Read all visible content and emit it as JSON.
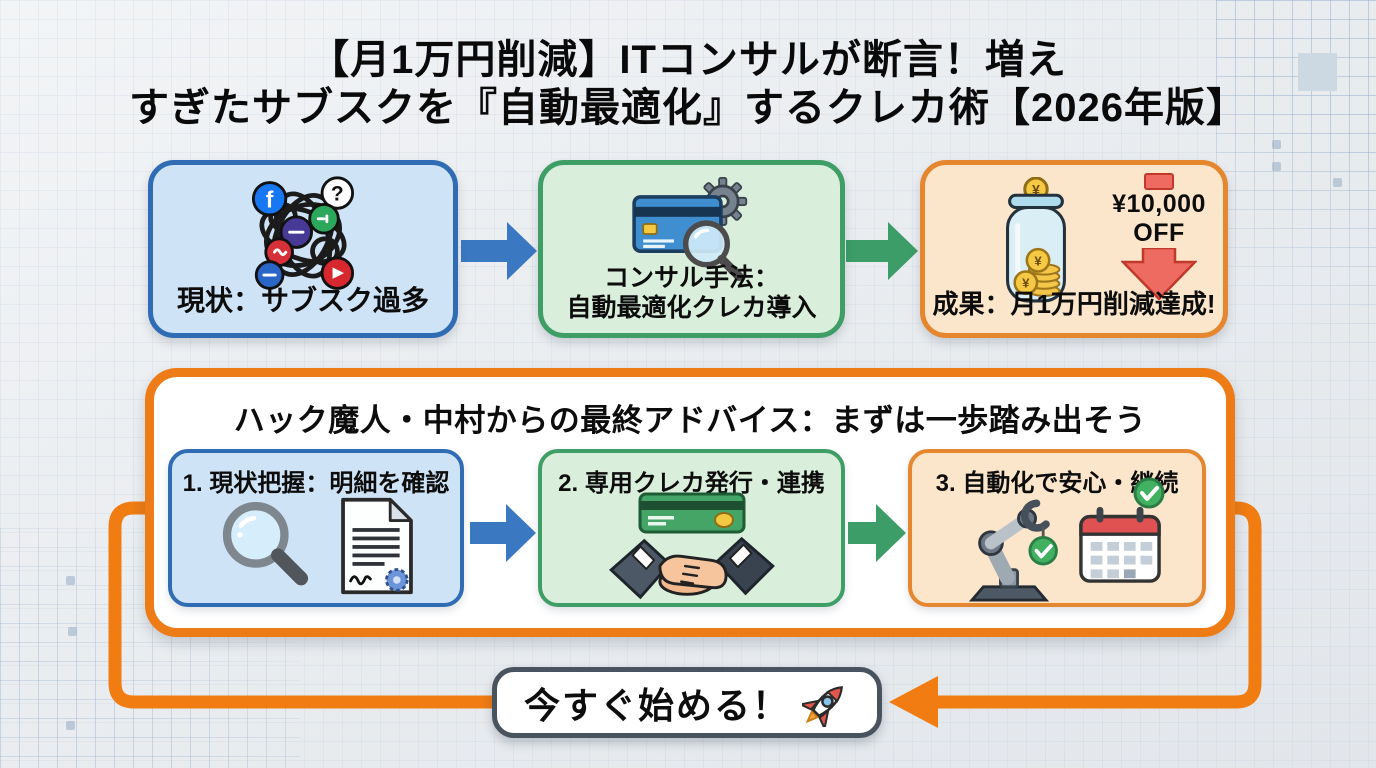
{
  "page": {
    "title_line1": "【月1万円削減】ITコンサルが断言！増え",
    "title_line2": "すぎたサブスクを『自動最適化』するクレカ術【2026年版】"
  },
  "flow": {
    "current": {
      "label": "現状：サブスク過多"
    },
    "method": {
      "label_line1": "コンサル手法：",
      "label_line2": "自動最適化クレカ導入"
    },
    "result": {
      "label": "成果：月1万円削減達成!",
      "price_drop": "¥10,000",
      "price_drop_suffix": "OFF"
    }
  },
  "advice": {
    "title": "ハック魔人・中村からの最終アドバイス：まずは一歩踏み出そう",
    "steps": [
      {
        "label": "1. 現状把握：明細を確認"
      },
      {
        "label": "2. 専用クレカ発行・連携"
      },
      {
        "label": "3. 自動化で安心・継続"
      }
    ]
  },
  "cta": {
    "label": "今すぐ始める！"
  },
  "colors": {
    "blue_border": "#2f6cb3",
    "blue_bg": "#cfe3f7",
    "green_border": "#3f9e66",
    "green_bg": "#d9eedb",
    "orange_border": "#e5872f",
    "orange_bg": "#fbe6cb",
    "advice_border": "#ee7c16",
    "loop_orange": "#f07c12",
    "arrow_blue": "#3a78c2",
    "arrow_green": "#3d9d68",
    "cta_border": "#49535e",
    "drop_arrow_red": "#ee6b62"
  }
}
